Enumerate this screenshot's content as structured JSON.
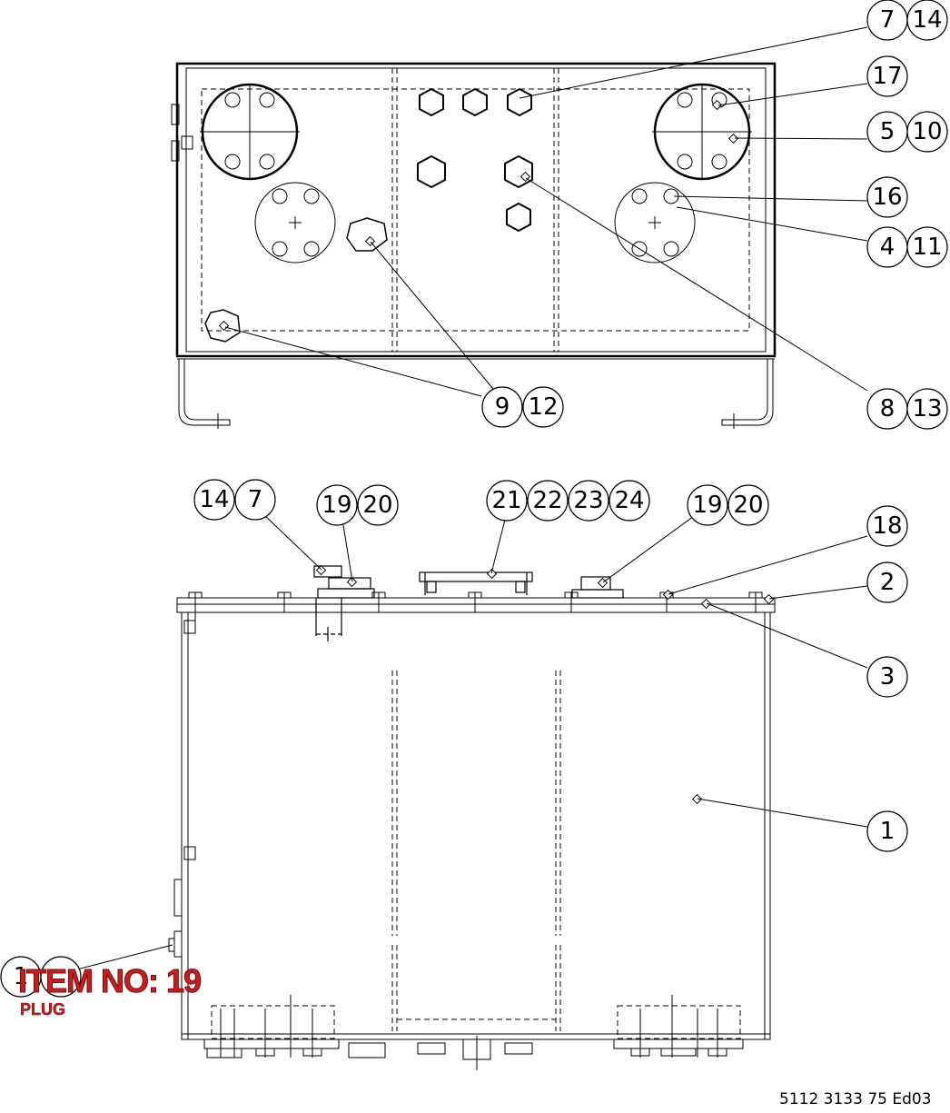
{
  "balloons": {
    "b7a": "7",
    "b14a": "14",
    "b17": "17",
    "b5": "5",
    "b10": "10",
    "b16": "16",
    "b4": "4",
    "b11": "11",
    "b9a": "9",
    "b12": "12",
    "b8": "8",
    "b13": "13",
    "b14b": "14",
    "b7b": "7",
    "b19a": "19",
    "b20a": "20",
    "b21": "21",
    "b22": "22",
    "b23": "23",
    "b24": "24",
    "b19b": "19",
    "b20b": "20",
    "b18": "18",
    "b2": "2",
    "b3": "3",
    "b1": "1",
    "b_left1": "1",
    "b_left2": ""
  },
  "overlay": {
    "title": "ITEM NO: 19",
    "subtitle": "PLUG"
  },
  "document_number": "5112 3133 75 Ed03",
  "colors": {
    "overlay_red": "#c41e1e",
    "line": "#000000"
  }
}
